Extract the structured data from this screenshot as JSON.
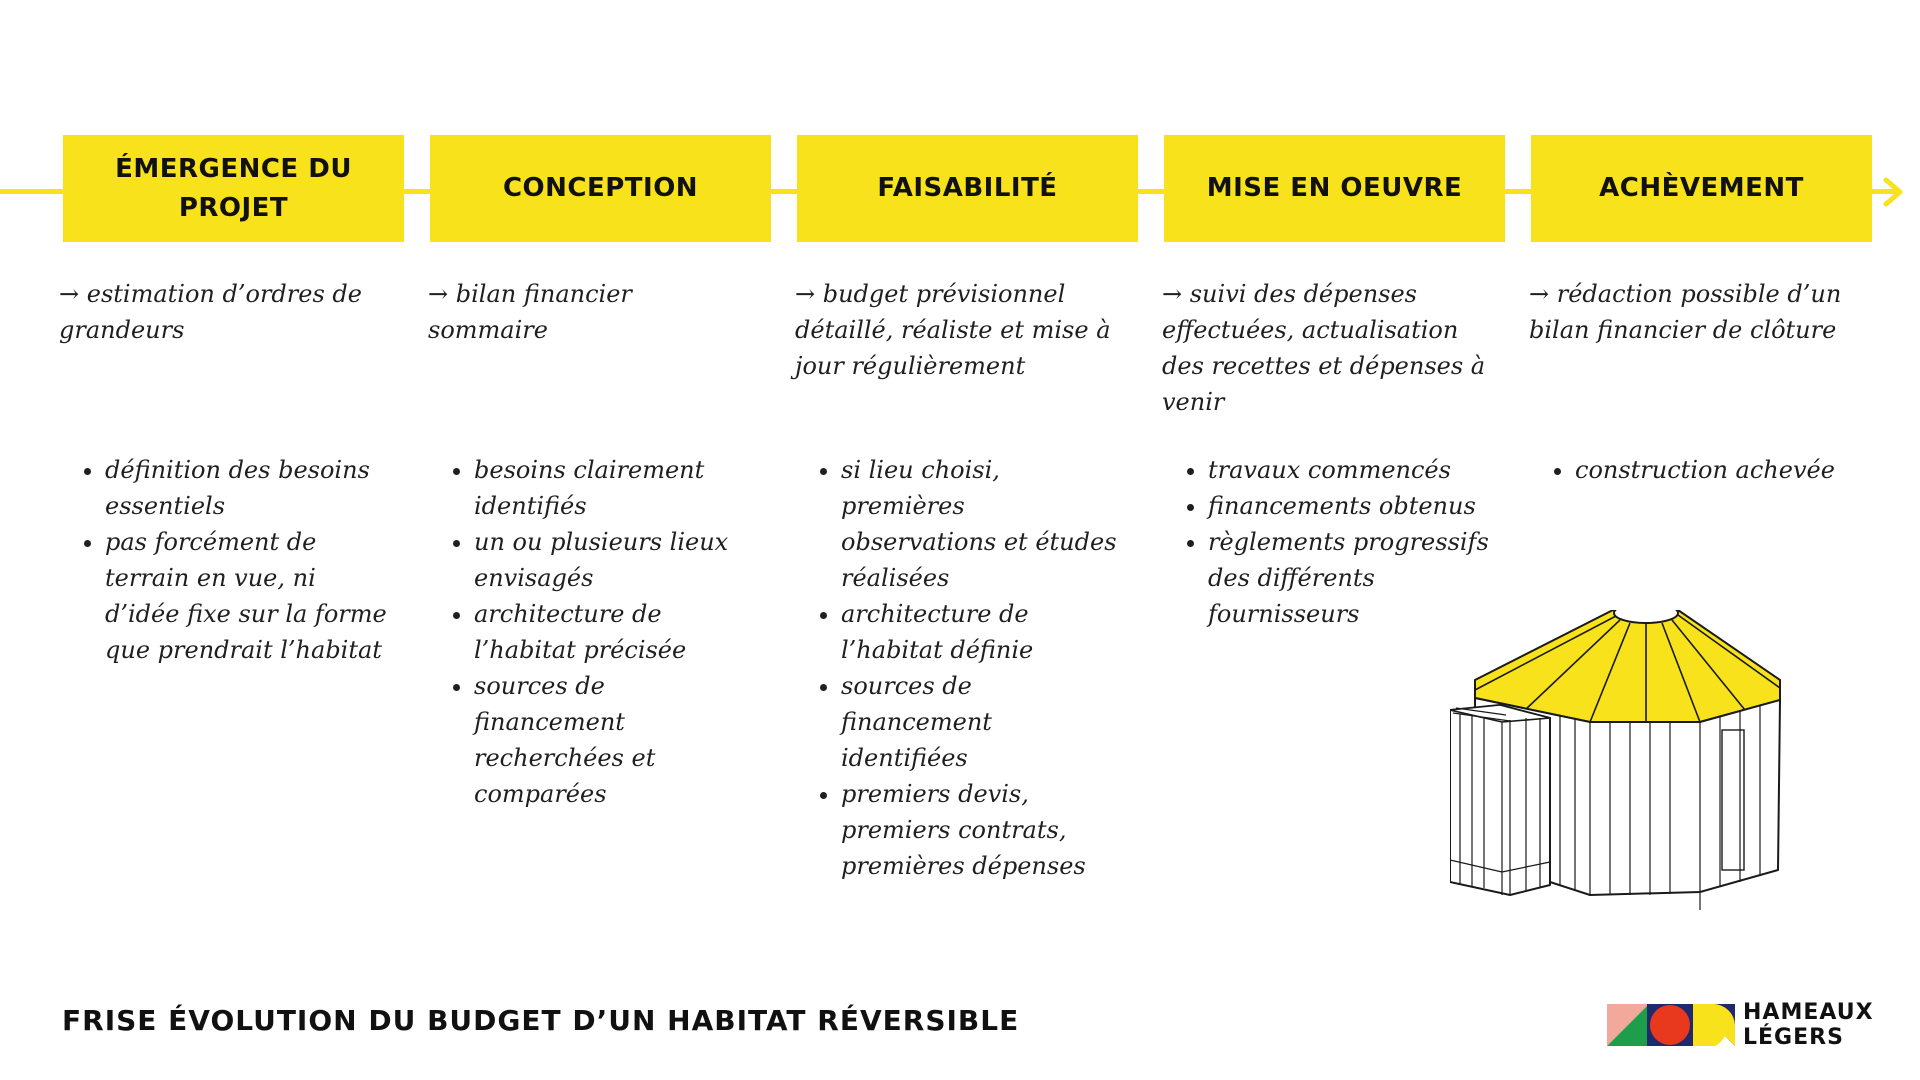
{
  "phases": [
    {
      "title": "ÉMERGENCE DU PROJET",
      "summary": "→ estimation d’ordres de grandeurs",
      "bullets": [
        "définition des besoins essentiels",
        "pas forcément de terrain en vue, ni d’idée fixe sur la forme que prendrait l’habitat"
      ]
    },
    {
      "title": "CONCEPTION",
      "summary": "→ bilan financier sommaire",
      "bullets": [
        "besoins clairement identifiés",
        "un ou plusieurs lieux envisagés",
        "architecture de l’habitat précisée",
        "sources de financement recherchées et comparées"
      ]
    },
    {
      "title": "FAISABILITÉ",
      "summary": "→ budget prévisionnel détaillé, réaliste et mise à jour régulièrement",
      "bullets": [
        "si lieu choisi, premières observations et études réalisées",
        "architecture de l’habitat définie",
        "sources de financement identifiées",
        "premiers devis, premiers contrats, premières dépenses"
      ]
    },
    {
      "title": "MISE EN OEUVRE",
      "summary": "→ suivi des dépenses effectuées, actualisation des recettes et dépenses à venir",
      "bullets": [
        "travaux commencés",
        "financements obtenus",
        "règlements progressifs des différents fournisseurs"
      ]
    },
    {
      "title": "ACHÈVEMENT",
      "summary": "→ rédaction possible d’un bilan financier de clôture",
      "bullets": [
        "construction achevée"
      ]
    }
  ],
  "footer": {
    "title": "FRISE ÉVOLUTION DU BUDGET D’UN HABITAT RÉVERSIBLE"
  },
  "logo": {
    "line1": "HAMEAUX",
    "line2": "LÉGERS"
  },
  "colors": {
    "accent": "#F7E21B",
    "text": "#111111",
    "logo_pink": "#F2A89A",
    "logo_green": "#1E9E4A",
    "logo_red": "#E8391F",
    "logo_navy": "#1E2A6B",
    "logo_yellow": "#F7E21B"
  }
}
